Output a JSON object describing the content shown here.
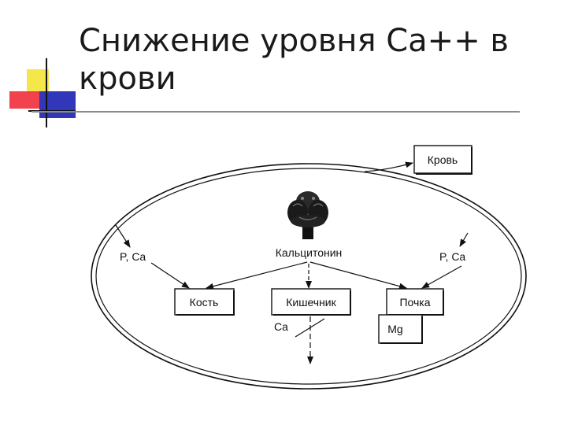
{
  "slide": {
    "title_line1": "Снижение уровня Ca++ в",
    "title_line2": "крови"
  },
  "diagram": {
    "box_blood": "Кровь",
    "hormone_label": "Кальцитонин",
    "left_label": "P, Ca",
    "right_label": "P, Ca",
    "box_bone": "Кость",
    "box_intestine": "Кишечник",
    "box_kidney": "Почка",
    "box_mg": "Mg",
    "intestine_ca": "Ca"
  },
  "icons": {
    "gland": "thyroid-gland-icon"
  }
}
